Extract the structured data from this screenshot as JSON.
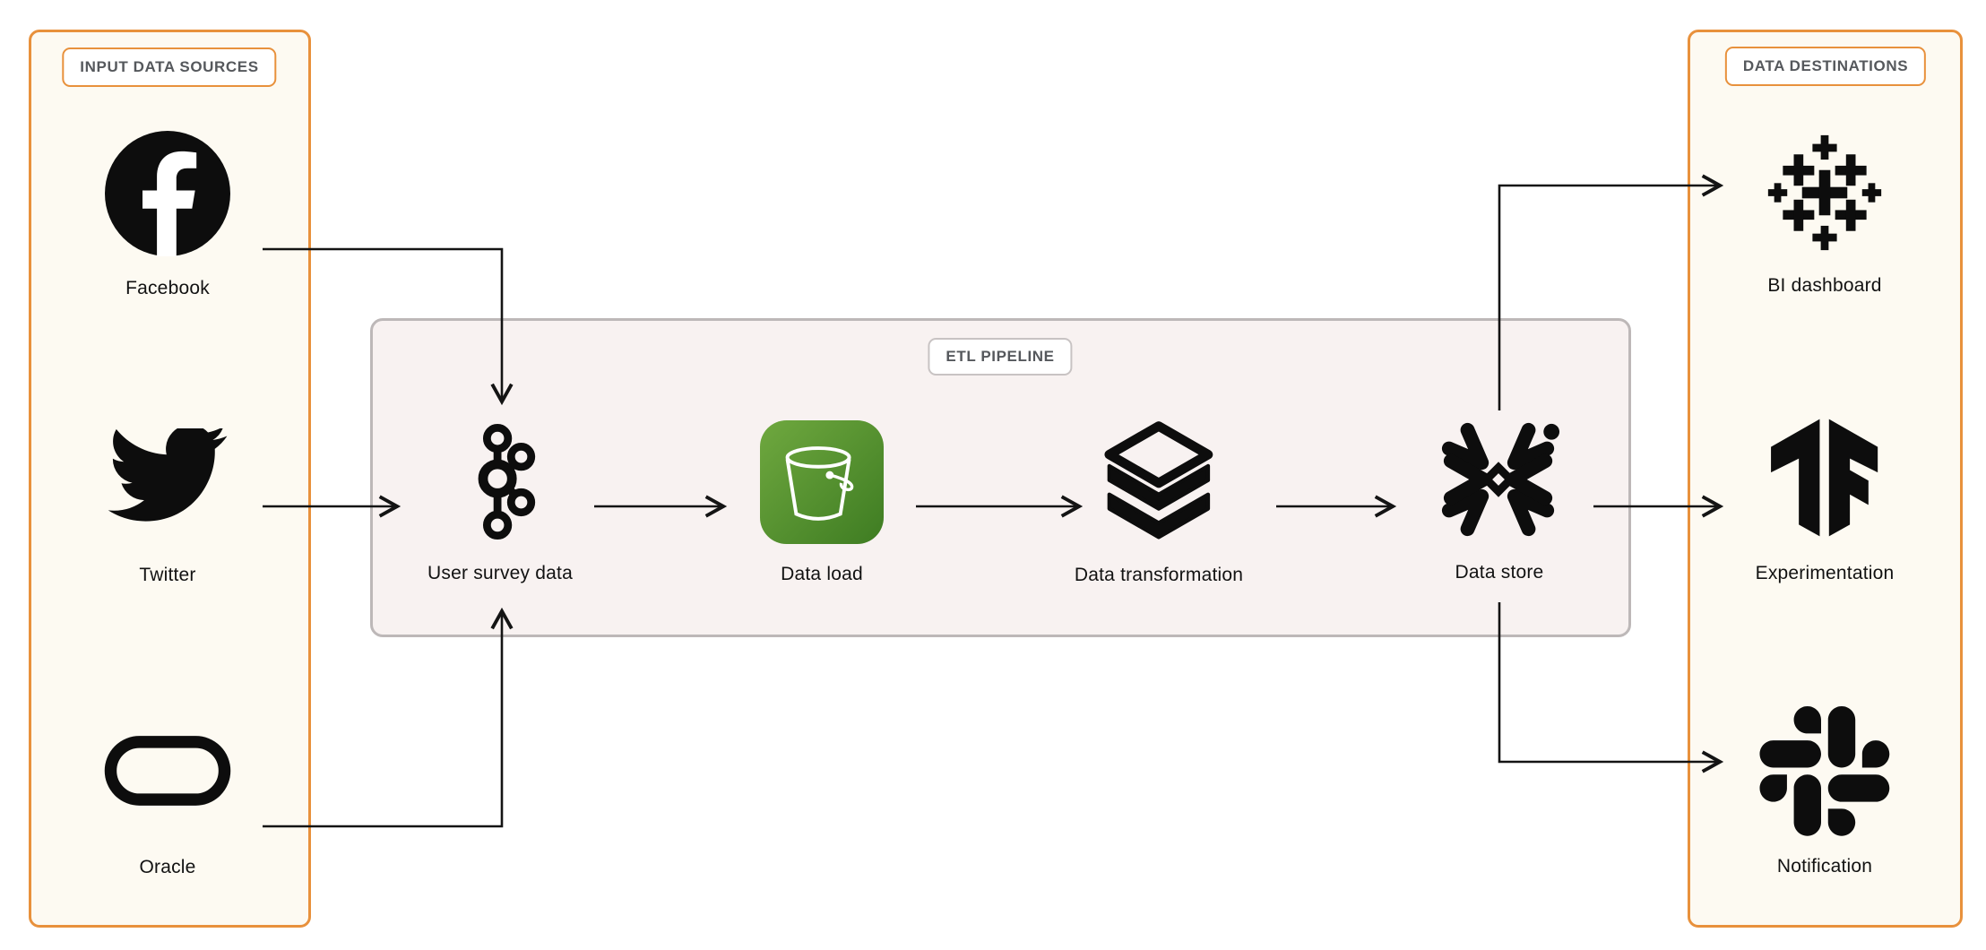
{
  "diagram": {
    "input_group": {
      "label": "INPUT DATA SOURCES",
      "nodes": [
        {
          "label": "Facebook",
          "icon": "facebook-icon"
        },
        {
          "label": "Twitter",
          "icon": "twitter-icon"
        },
        {
          "label": "Oracle",
          "icon": "oracle-icon"
        }
      ]
    },
    "etl_group": {
      "label": "ETL PIPELINE",
      "nodes": [
        {
          "label": "User survey data",
          "icon": "apache-kafka-icon"
        },
        {
          "label": "Data load",
          "icon": "aws-s3-bucket-icon"
        },
        {
          "label": "Data transformation",
          "icon": "databricks-icon"
        },
        {
          "label": "Data store",
          "icon": "snowflake-icon"
        }
      ]
    },
    "destinations_group": {
      "label": "DATA DESTINATIONS",
      "nodes": [
        {
          "label": "BI dashboard",
          "icon": "tableau-icon"
        },
        {
          "label": "Experimentation",
          "icon": "tensorflow-icon"
        },
        {
          "label": "Notification",
          "icon": "slack-icon"
        }
      ]
    },
    "edges": [
      {
        "from": "Facebook",
        "to": "User survey data"
      },
      {
        "from": "Twitter",
        "to": "User survey data"
      },
      {
        "from": "Oracle",
        "to": "User survey data"
      },
      {
        "from": "User survey data",
        "to": "Data load"
      },
      {
        "from": "Data load",
        "to": "Data transformation"
      },
      {
        "from": "Data transformation",
        "to": "Data store"
      },
      {
        "from": "Data store",
        "to": "BI dashboard"
      },
      {
        "from": "Data store",
        "to": "Experimentation"
      },
      {
        "from": "Data store",
        "to": "Notification"
      }
    ]
  },
  "colors": {
    "orange": "#E8913C",
    "cream": "#FDFAF2",
    "etl_bg": "#F8F2F1",
    "etl_border": "#BDB8B8",
    "badge_text": "#55585C",
    "ink": "#121212",
    "arrow": "#141414",
    "icon_black": "#0D0D0D",
    "s3_green_light": "#6FA83F",
    "s3_green_dark": "#3E7C22"
  }
}
